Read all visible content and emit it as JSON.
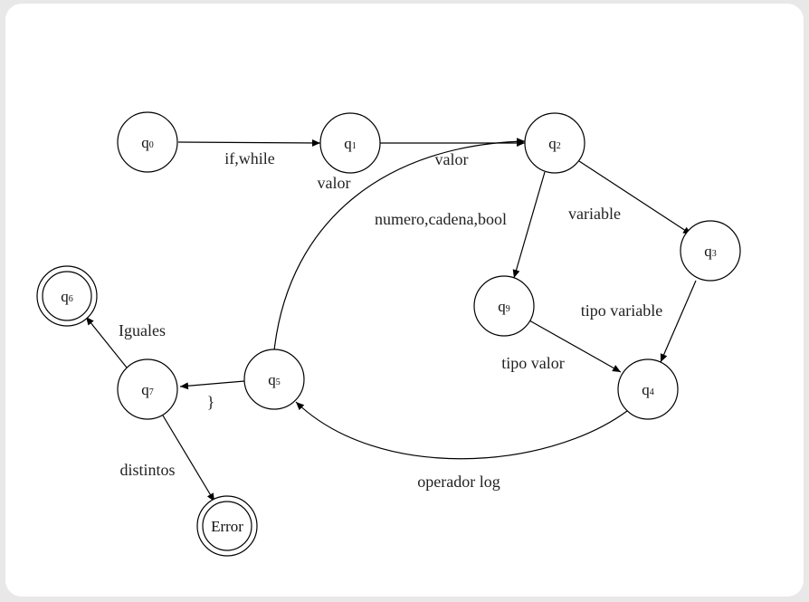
{
  "states": {
    "q0": {
      "base": "q",
      "sub": "0"
    },
    "q1": {
      "base": "q",
      "sub": "1"
    },
    "q2": {
      "base": "q",
      "sub": "2"
    },
    "q3": {
      "base": "q",
      "sub": "3"
    },
    "q4": {
      "base": "q",
      "sub": "4"
    },
    "q5": {
      "base": "q",
      "sub": "5"
    },
    "q6": {
      "base": "q",
      "sub": "6"
    },
    "q7": {
      "base": "q",
      "sub": "7"
    },
    "q9": {
      "base": "q",
      "sub": "9"
    },
    "error": {
      "label": "Error"
    }
  },
  "edges": {
    "q0_q1": "if,while",
    "q1_q2": "valor",
    "q1_extra": "valor",
    "q2_q3": "variable",
    "q2_q9": "numero,cadena,bool",
    "q3_q4": "tipo variable",
    "q9_q4": "tipo valor",
    "q4_q5": "operador log",
    "q5_q7": "}",
    "q7_q6": "Iguales",
    "q7_error": "distintos"
  },
  "accepting_states": [
    "q6",
    "error"
  ]
}
